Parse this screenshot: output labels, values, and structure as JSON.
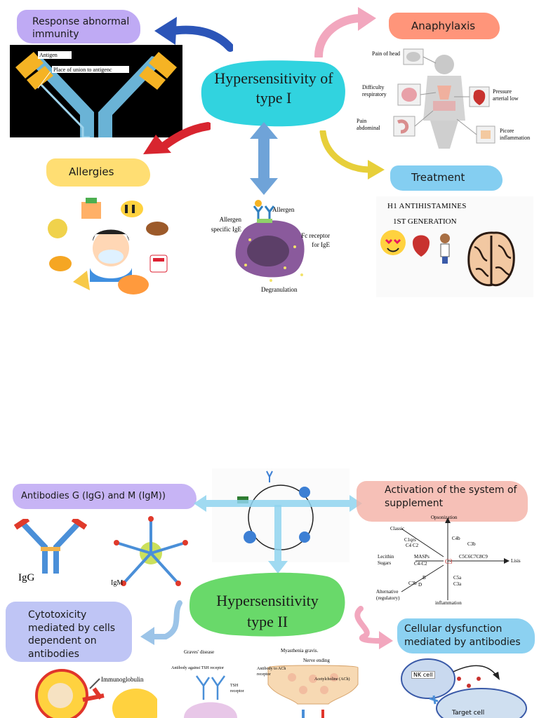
{
  "colors": {
    "purple": "#b49bf2",
    "cyan": "#31d3df",
    "green": "#69d96a",
    "yellow": "#ffd85a",
    "salmon": "#ff8a6b",
    "blue_tag": "#6fc6ee",
    "pink": "#f2a7be",
    "blue_arrow": "#2c55b8",
    "red_arrow": "#d8252f"
  },
  "top": {
    "center_title": "Hypersensitivity of type I",
    "response_label": "Response abnormal immunity",
    "antigen_label": "Antigen",
    "union_label": "Place of union to antigenc",
    "anaphylaxis_label": "Anaphylaxis",
    "anaphylaxis_items": {
      "head": "Pain of head",
      "resp": "Difficulty respiratory",
      "pressure": "Pressure arterial low",
      "abdominal": "Pain abdominal",
      "picore": "Picore inflammation"
    },
    "allergies_label": "Allergies",
    "mast_cell": {
      "allergen": "Allergen",
      "allergen_ige": "Allergen specific IgE",
      "fc_receptor": "Fc receptor for IgE",
      "degranulation": "Degranulation"
    },
    "treatment_label": "Treatment",
    "antihistamines": "H1 ANTIHISTAMINES",
    "generation": "1ST GENERATION"
  },
  "bottom": {
    "center_title": "Hypersensitivity type II",
    "antibodies_label": "Antibodies G (IgG) and M (IgM))",
    "igg_label": "IgG",
    "igm_label": "IgM",
    "complement_label": "Activation of the system of supplement",
    "complement": {
      "opsonization": "Opsonization",
      "classic": "Classic",
      "c1q": "C1qrs",
      "c4c2": "C4 C2",
      "c4b": "C4b",
      "c3b_top": "C3b",
      "lectin": "Lecithin Sugars",
      "masps": "MASPs",
      "c4c2b": "C4-C2",
      "center": "C3",
      "chain": "C5C6C7C8C9",
      "lisis": "Lisis",
      "alternative": "Alternative (regulatory)",
      "c3b_bot": "C3b",
      "b_factor": "B",
      "d_factor": "D",
      "c5a": "C5a C3a",
      "inflammation": "inflammation"
    },
    "cytotoxicity_label": "Cytotoxicity mediated by cells dependent on antibodies",
    "immunoglobulin": "Immunoglobulin",
    "graves": "Graves' disease",
    "tsh_antibody": "Antibody against TSH receptor",
    "tsh_receptor": "TSH receptor",
    "myasthenia": "Myasthenia gravis.",
    "nerve_ending": "Nerve ending",
    "ach_antibody": "Antibody to ACh receptor",
    "acetylcholine": "Acetylcholine (ACh)",
    "cellular_label": "Cellular dysfunction mediated by antibodies",
    "nk_cell": "NK cell",
    "target_cell": "Target cell"
  }
}
